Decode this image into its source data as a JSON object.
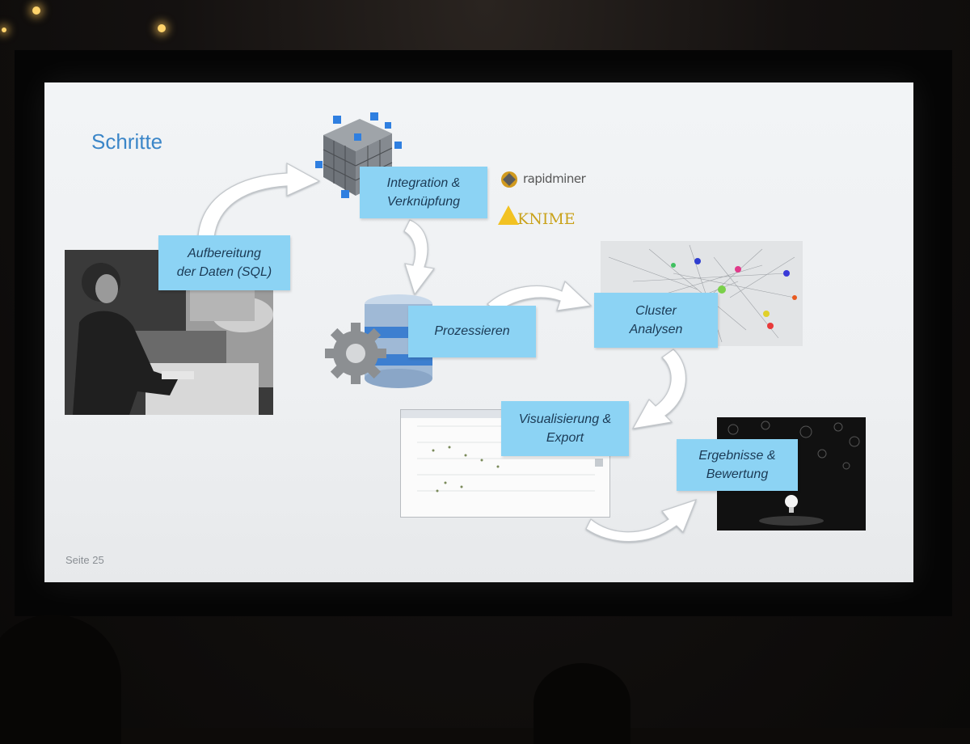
{
  "slide": {
    "title": "Schritte",
    "page_label": "Seite 25"
  },
  "steps": [
    {
      "id": "aufbereitung",
      "label": "Aufbereitung\nder Daten (SQL)"
    },
    {
      "id": "integration",
      "label": "Integration &\nVerknüpfung"
    },
    {
      "id": "prozessieren",
      "label": "Prozessieren"
    },
    {
      "id": "cluster",
      "label": "Cluster\nAnalysen"
    },
    {
      "id": "visualisierung",
      "label": "Visualisierung &\nExport"
    },
    {
      "id": "ergebnisse",
      "label": "Ergebnisse &\nBewertung"
    }
  ],
  "logos": {
    "rapidminer": "rapidminer",
    "knime": "KNIME"
  },
  "colors": {
    "title": "#3b86c8",
    "label_bg": "#8cd3f4",
    "label_text": "#1b3a55",
    "arrow": "#ffffff"
  },
  "icons": [
    "cube-icon",
    "database-gear-icon",
    "lightbulb-icon"
  ]
}
